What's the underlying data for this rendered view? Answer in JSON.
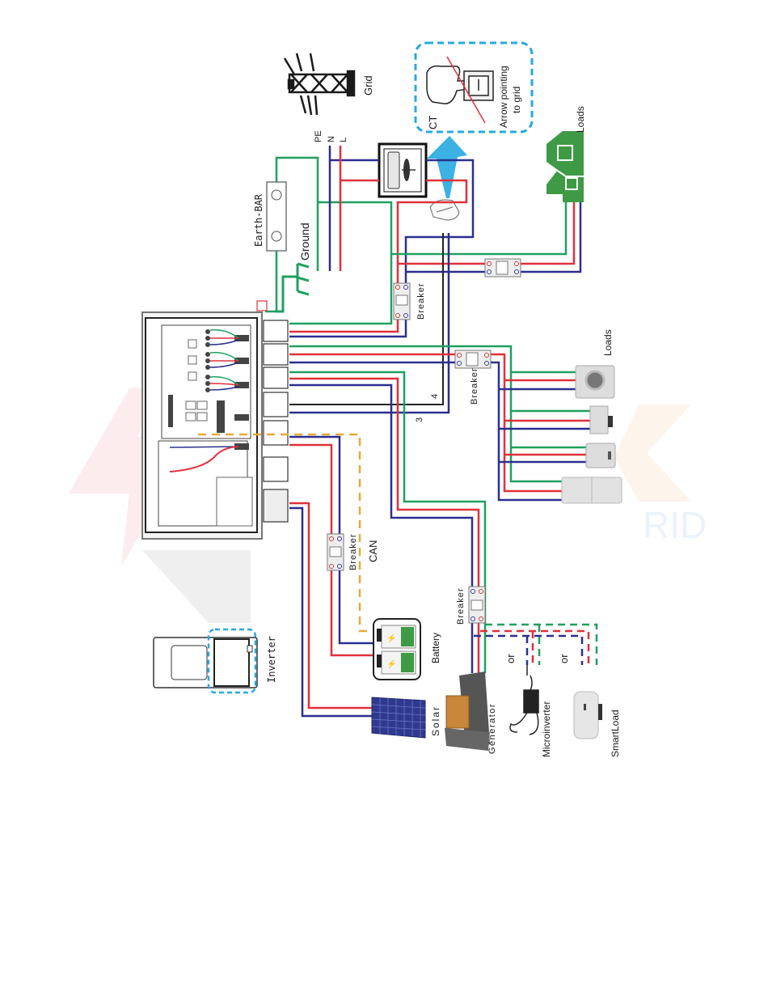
{
  "diagram": {
    "labels": {
      "grid": "Grid",
      "pe": "PE",
      "n": "N",
      "l": "L",
      "ct": "CT",
      "arrow_line1": "Arrow pointing",
      "arrow_line2": "to grid",
      "earth_bar": "Earth-BAR",
      "ground": "Ground",
      "loads_house": "Loads",
      "loads_appliances": "Loads",
      "breaker_grid": "Breaker",
      "breaker_loads": "Breaker",
      "breaker_battery": "Breaker",
      "breaker_generator": "Breaker",
      "can": "CAN",
      "battery": "Battery",
      "solar": "Solar",
      "generator": "Generator",
      "microinverter": "Microinverter",
      "smartload": "SmartLoad",
      "or_1": "or",
      "or_2": "or",
      "inverter": "Inverter",
      "wire_3": "3",
      "wire_4": "4"
    },
    "watermark": {
      "text": "AK GRID"
    },
    "colors": {
      "pe_wire": "#1fa060",
      "n_wire": "#2b2f8f",
      "l_wire": "#e0313b",
      "can_wire": "#e8a93a",
      "highlight": "#27a9e1",
      "house": "#3f9a45"
    }
  }
}
